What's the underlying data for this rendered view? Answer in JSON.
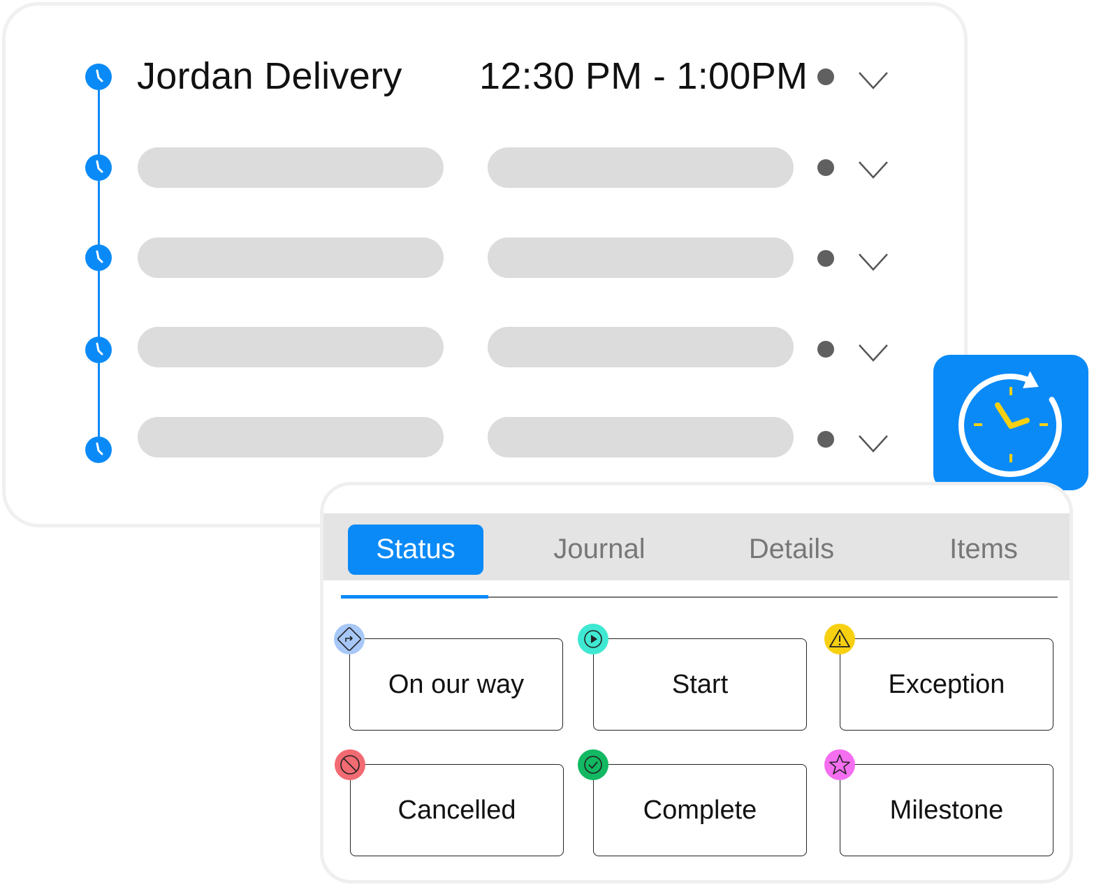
{
  "schedule": {
    "first_row": {
      "title": "Jordan Delivery",
      "time": "12:30 PM - 1:00PM"
    }
  },
  "panel": {
    "tabs": [
      {
        "label": "Status",
        "active": true
      },
      {
        "label": "Journal",
        "active": false
      },
      {
        "label": "Details",
        "active": false
      },
      {
        "label": "Items",
        "active": false
      }
    ],
    "statuses": [
      {
        "label": "On our way",
        "icon": "directions-icon",
        "color": "#a7c8f7"
      },
      {
        "label": "Start",
        "icon": "play-icon",
        "color": "#3fe8d2"
      },
      {
        "label": "Exception",
        "icon": "warning-icon",
        "color": "#f8d012"
      },
      {
        "label": "Cancelled",
        "icon": "no-entry-icon",
        "color": "#f26a72"
      },
      {
        "label": "Complete",
        "icon": "check-icon",
        "color": "#12b862"
      },
      {
        "label": "Milestone",
        "icon": "star-icon",
        "color": "#f46ef0"
      }
    ]
  },
  "colors": {
    "accent": "#0a8af7",
    "placeholder": "#dcdcdc",
    "status_dot": "#606060",
    "clock_hands": "#f8d012"
  }
}
